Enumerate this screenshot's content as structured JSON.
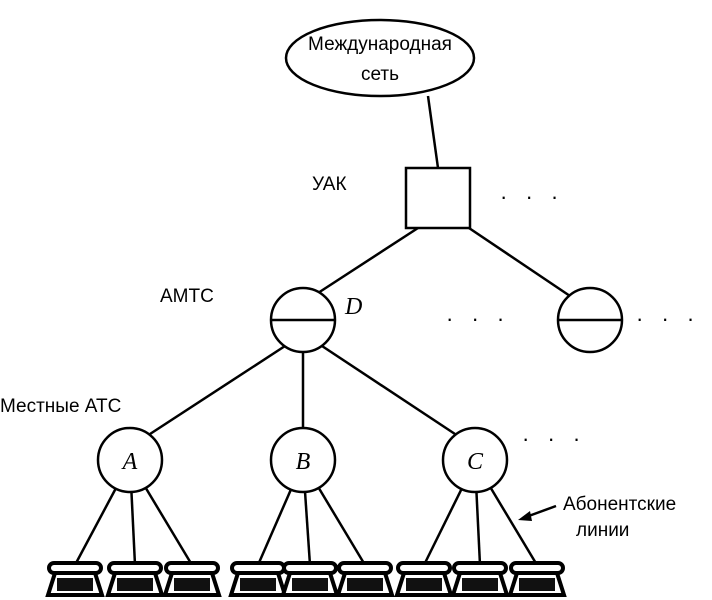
{
  "nodes": {
    "international": {
      "line1": "Международная",
      "line2": "сеть"
    },
    "uak": {
      "label": "УАК"
    },
    "amts": {
      "label": "АМТС",
      "node_letter": "D"
    },
    "local": {
      "label": "Местные АТС",
      "a": "A",
      "b": "B",
      "c": "C"
    },
    "subscriber_lines": {
      "line1": "Абонентские",
      "line2": "линии"
    }
  },
  "ellipsis": "· · ·",
  "colors": {
    "stroke": "#000000",
    "background": "#ffffff"
  }
}
